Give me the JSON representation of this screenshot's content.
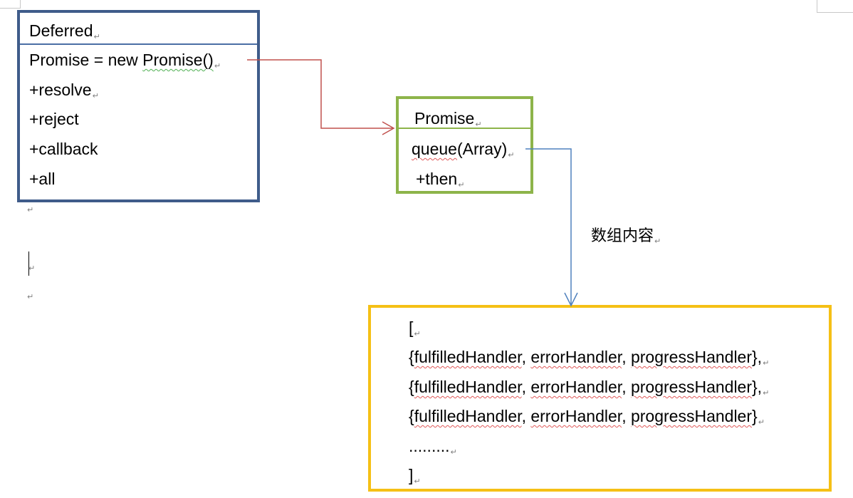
{
  "deferred": {
    "title": "Deferred",
    "field_prefix": "Promise = new ",
    "field_ctor": "Promise()",
    "methods": [
      "+resolve",
      "+reject",
      "+callback",
      "+all"
    ]
  },
  "promise": {
    "title": "Promise",
    "queue": "queue",
    "queue_args": "(Array)",
    "method": "+then"
  },
  "edge_label": "数组内容",
  "array": {
    "open": "[",
    "items": [
      {
        "a": "fulfilledHandler",
        "b": "errorHandler",
        "c": "progressHandler",
        "end": "},"
      },
      {
        "a": "fulfilledHandler",
        "b": "errorHandler",
        "c": "progressHandler",
        "end": "},"
      },
      {
        "a": "fulfilledHandler",
        "b": "errorHandler",
        "c": "progressHandler",
        "end": "}"
      }
    ],
    "ellipsis": ".........",
    "close": "]"
  },
  "paragraph_mark": "↵",
  "colors": {
    "deferred_border": "#3f5c8a",
    "promise_border": "#8db44a",
    "array_border": "#f5c015",
    "red_arrow": "#c0504d",
    "blue_arrow": "#4f81bd"
  }
}
